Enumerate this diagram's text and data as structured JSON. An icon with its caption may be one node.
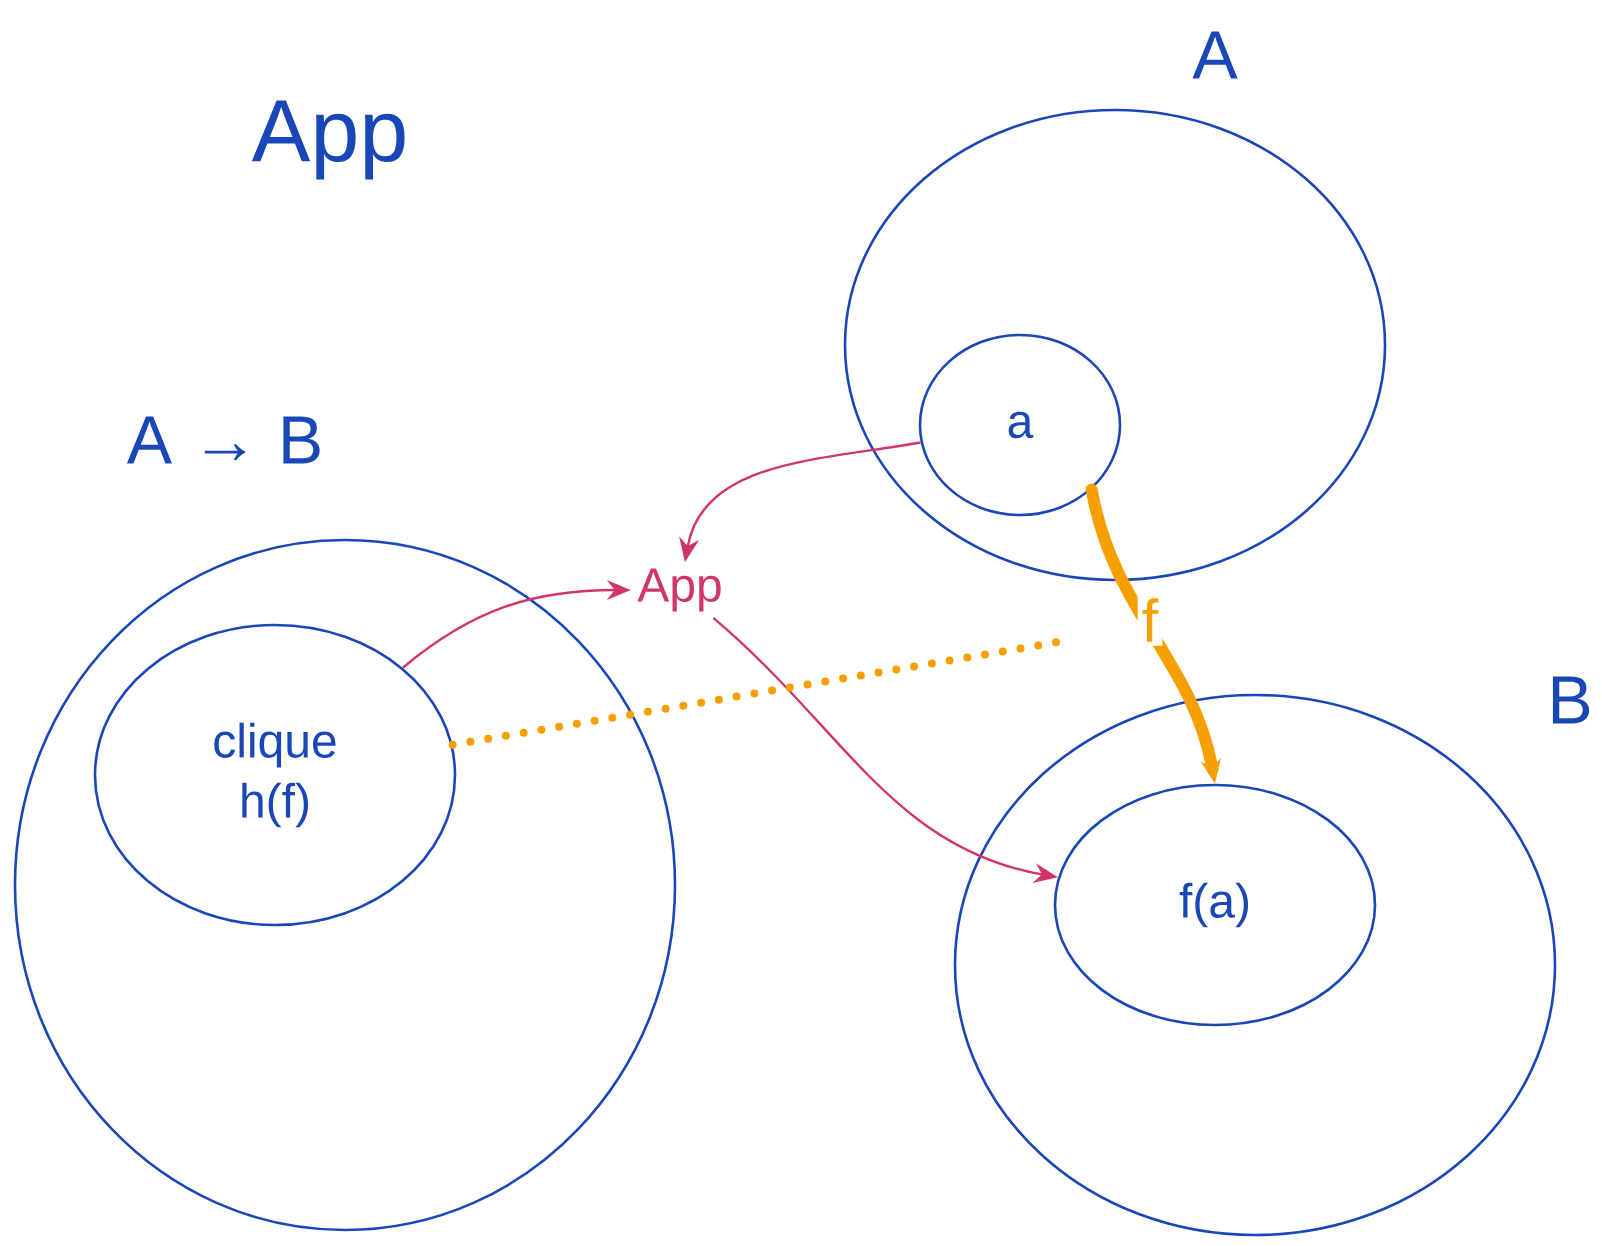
{
  "diagram": {
    "title": "App",
    "nodes": [
      {
        "text": [
          "A → B"
        ]
      },
      {
        "text": [
          "clique h(f)"
        ],
        "in": 0
      },
      {
        "text": [
          "A"
        ]
      },
      {
        "text": [
          "a"
        ],
        "in": 2
      },
      {
        "text": [
          "B"
        ]
      },
      {
        "text": [
          "f(a)"
        ],
        "in": 4
      },
      {
        "text": [
          "App"
        ]
      }
    ],
    "edges": [
      {
        "from": 1,
        "to": 6,
        "arrow": "to"
      },
      {
        "from": 3,
        "to": 6,
        "arrow": "to"
      },
      {
        "from": 6,
        "to": 5,
        "arrow": "to"
      },
      {
        "from": 3,
        "to": 5,
        "arrow": "to",
        "label": "f",
        "style": "thick",
        "color": "#f5a000"
      },
      {
        "from": 1,
        "to": null,
        "arrow": "none",
        "style": "dashed",
        "color": "#f5a000"
      }
    ]
  }
}
